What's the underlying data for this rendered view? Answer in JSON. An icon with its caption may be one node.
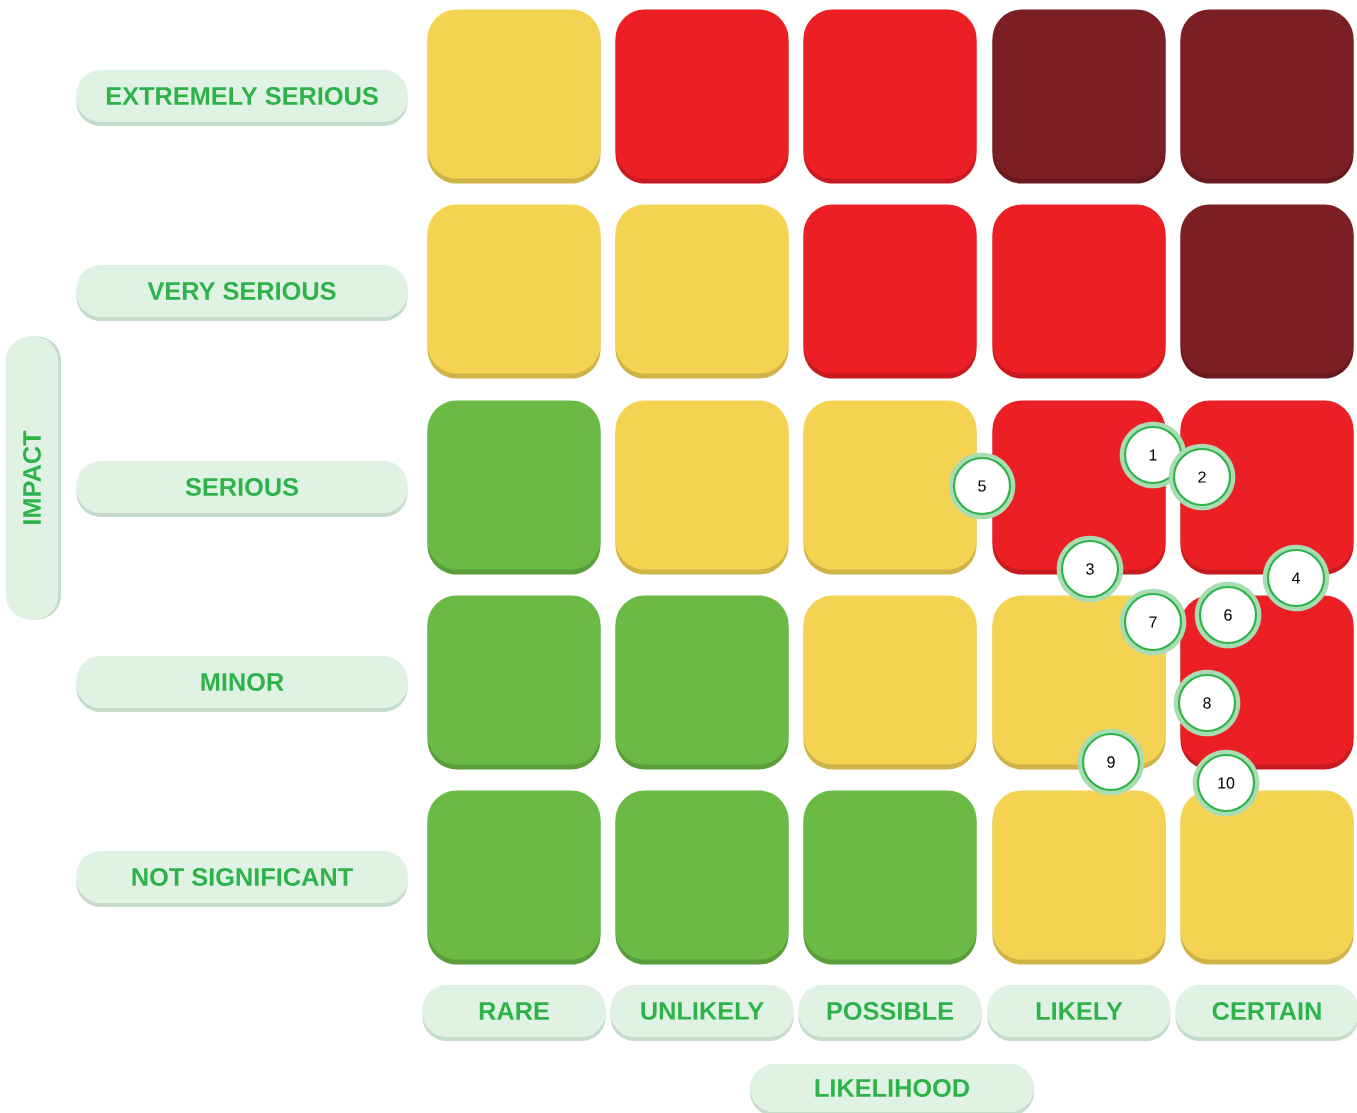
{
  "diagram": {
    "nodes": [
      {
        "text": [
          "EXTREMELY SERIOUS"
        ]
      },
      {
        "text": [
          "VERY SERIOUS"
        ]
      },
      {
        "text": [
          "SERIOUS"
        ]
      },
      {
        "text": [
          "MINOR"
        ]
      },
      {
        "text": [
          "NOT SIGNIFICANT"
        ]
      },
      {
        "text": [
          "IMPACT"
        ]
      },
      {
        "text": [],
        "shape": "box"
      },
      {
        "text": [],
        "shape": "box"
      },
      {
        "text": [],
        "shape": "box"
      },
      {
        "text": [],
        "shape": "box"
      },
      {
        "text": [],
        "shape": "box"
      },
      {
        "text": [],
        "shape": "box"
      },
      {
        "text": [],
        "shape": "box"
      },
      {
        "text": [],
        "shape": "box"
      },
      {
        "text": [],
        "shape": "box"
      },
      {
        "text": [],
        "shape": "box"
      },
      {
        "text": [],
        "shape": "box"
      },
      {
        "text": [],
        "shape": "box"
      },
      {
        "text": [],
        "shape": "box"
      },
      {
        "text": [],
        "shape": "box"
      },
      {
        "text": [],
        "shape": "box"
      },
      {
        "text": [],
        "shape": "box"
      },
      {
        "text": [],
        "shape": "box"
      },
      {
        "text": [],
        "shape": "box"
      },
      {
        "text": [],
        "shape": "box"
      },
      {
        "text": [],
        "shape": "box"
      },
      {
        "text": [],
        "shape": "box"
      },
      {
        "text": [],
        "shape": "box"
      },
      {
        "text": [],
        "shape": "box"
      },
      {
        "text": [],
        "shape": "box"
      },
      {
        "text": [],
        "shape": "box"
      },
      {
        "text": [
          "1"
        ]
      },
      {
        "text": [
          "2"
        ]
      },
      {
        "text": [
          "3"
        ]
      },
      {
        "text": [
          "4"
        ]
      },
      {
        "text": [
          "5"
        ]
      },
      {
        "text": [
          "6"
        ]
      },
      {
        "text": [
          "7"
        ]
      },
      {
        "text": [
          "8"
        ]
      },
      {
        "text": [
          "9"
        ]
      },
      {
        "text": [
          "10"
        ]
      },
      {
        "text": [
          "RARE"
        ]
      },
      {
        "text": [
          "UNLIKELY"
        ]
      },
      {
        "text": [
          "POSSIBLE"
        ]
      },
      {
        "text": [
          "LIKELY"
        ]
      },
      {
        "text": [
          "CERTAIN"
        ]
      },
      {
        "text": [
          "LIKELIHOOD"
        ]
      }
    ]
  }
}
